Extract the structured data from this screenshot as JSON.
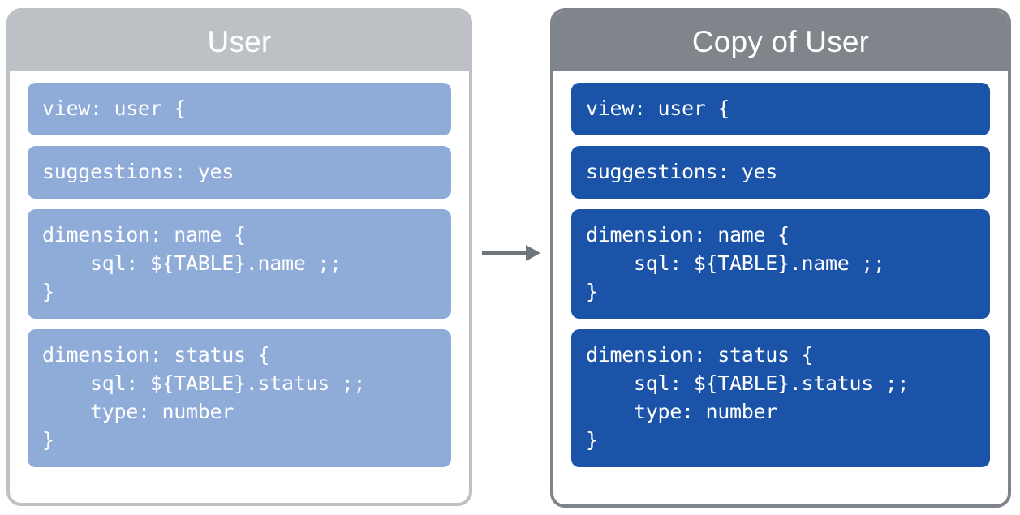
{
  "colors": {
    "source_header": "#bdc1c6",
    "source_block": "#8fabd8",
    "copy_header": "#80858c",
    "copy_block": "#1a53a8",
    "arrow": "#70757c",
    "block_text": "#ffffff",
    "header_text": "#ffffff",
    "canvas": "#ffffff"
  },
  "diagram": {
    "arrow_label": "",
    "panels": [
      {
        "id": "source",
        "title": "User",
        "blocks": [
          {
            "name": "view-declaration",
            "code": "view: user {"
          },
          {
            "name": "suggestions-parameter",
            "code": "suggestions: yes"
          },
          {
            "name": "dimension-name",
            "code": "dimension: name {\n    sql: ${TABLE}.name ;;\n}"
          },
          {
            "name": "dimension-status",
            "code": "dimension: status {\n    sql: ${TABLE}.status ;;\n    type: number\n}"
          }
        ]
      },
      {
        "id": "copy",
        "title": "Copy of User",
        "blocks": [
          {
            "name": "view-declaration",
            "code": "view: user {"
          },
          {
            "name": "suggestions-parameter",
            "code": "suggestions: yes"
          },
          {
            "name": "dimension-name",
            "code": "dimension: name {\n    sql: ${TABLE}.name ;;\n}"
          },
          {
            "name": "dimension-status",
            "code": "dimension: status {\n    sql: ${TABLE}.status ;;\n    type: number\n}"
          }
        ]
      }
    ]
  }
}
